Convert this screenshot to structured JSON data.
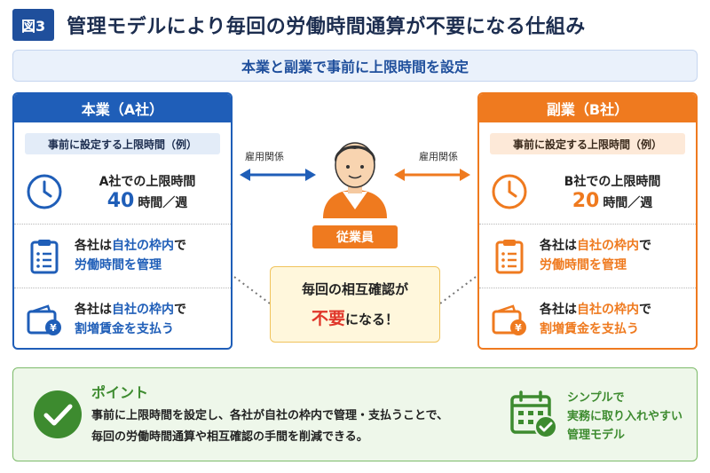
{
  "header": {
    "badge": "図3",
    "title": "管理モデルにより毎回の労働時間通算が不要になる仕組み"
  },
  "banner": "本業と副業で事前に上限時間を設定",
  "main_job": {
    "title": "本業（A社）",
    "pill": "事前に設定する上限時間（例）",
    "limit_label": "A社での上限時間",
    "limit_value": "40",
    "limit_unit": "時間／週",
    "row2_pre": "各社は",
    "row2_hl": "自社の枠内",
    "row2_post": "で",
    "row2_line2": "労働時間を管理",
    "row3_pre": "各社は",
    "row3_hl": "自社の枠内",
    "row3_post": "で",
    "row3_line2": "割増賃金を支払う"
  },
  "side_job": {
    "title": "副業（B社）",
    "pill": "事前に設定する上限時間（例）",
    "limit_label": "B社での上限時間",
    "limit_value": "20",
    "limit_unit": "時間／週",
    "row2_pre": "各社は",
    "row2_hl": "自社の枠内",
    "row2_post": "で",
    "row2_line2": "労働時間を管理",
    "row3_pre": "各社は",
    "row3_hl": "自社の枠内",
    "row3_post": "で",
    "row3_line2": "割増賃金を支払う"
  },
  "center": {
    "relation_left": "雇用関係",
    "relation_right": "雇用関係",
    "employee": "従業員",
    "mutual_l1": "毎回の相互確認が",
    "mutual_red": "不要",
    "mutual_rest": "になる！"
  },
  "point": {
    "title": "ポイント",
    "line1": "事前に上限時間を設定し、各社が自社の枠内で管理・支払うことで、",
    "line2": "毎回の労働時間通算や相互確認の手間を削減できる。",
    "side1": "シンプルで",
    "side2": "実務に取り入れやすい",
    "side3": "管理モデル"
  },
  "colors": {
    "blue": "#1f5eb8",
    "orange": "#ef7a1f",
    "green": "#3d8b2f",
    "red": "#e0362a"
  },
  "icons": [
    "clock-icon",
    "clipboard-icon",
    "wallet-yen-icon",
    "employee-avatar-icon",
    "check-circle-icon",
    "calendar-check-icon"
  ]
}
